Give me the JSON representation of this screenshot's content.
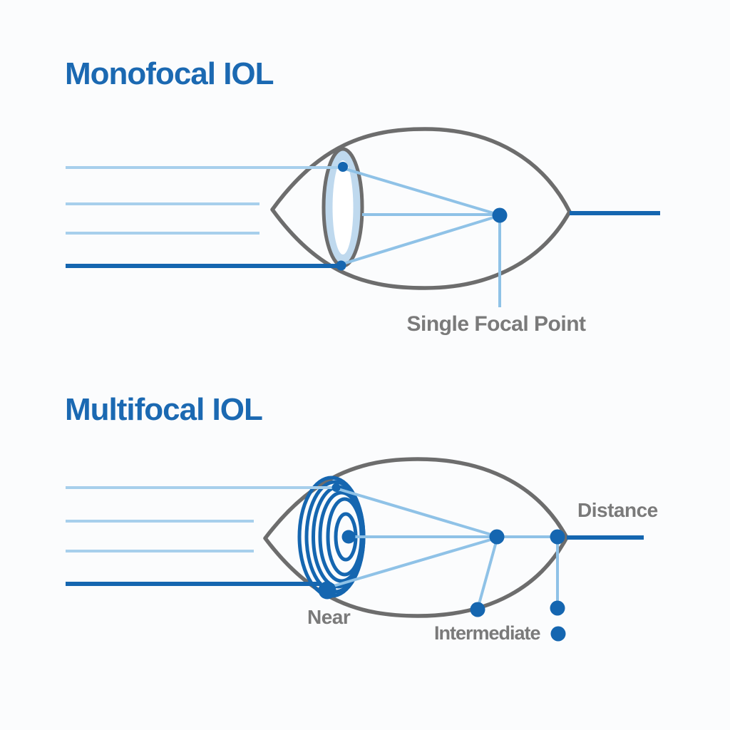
{
  "colors": {
    "bg": "#fbfcfd",
    "titleBlue": "#1b69b2",
    "darkBlue": "#1566b0",
    "dotBlue": "#1566b0",
    "lightRay": "#a7cfec",
    "midRay": "#8fc2e7",
    "outlineGray": "#6d6d6d",
    "labelGray": "#7a7a7a",
    "lensBand": "#bfd9ee",
    "lensCore": "#ffffff"
  },
  "sections": {
    "monofocal": {
      "title": "Monofocal IOL",
      "focal_point_label": "Single Focal Point"
    },
    "multifocal": {
      "title": "Multifocal IOL",
      "labels": {
        "distance": "Distance",
        "near": "Near",
        "intermediate": "Intermediate"
      }
    }
  }
}
